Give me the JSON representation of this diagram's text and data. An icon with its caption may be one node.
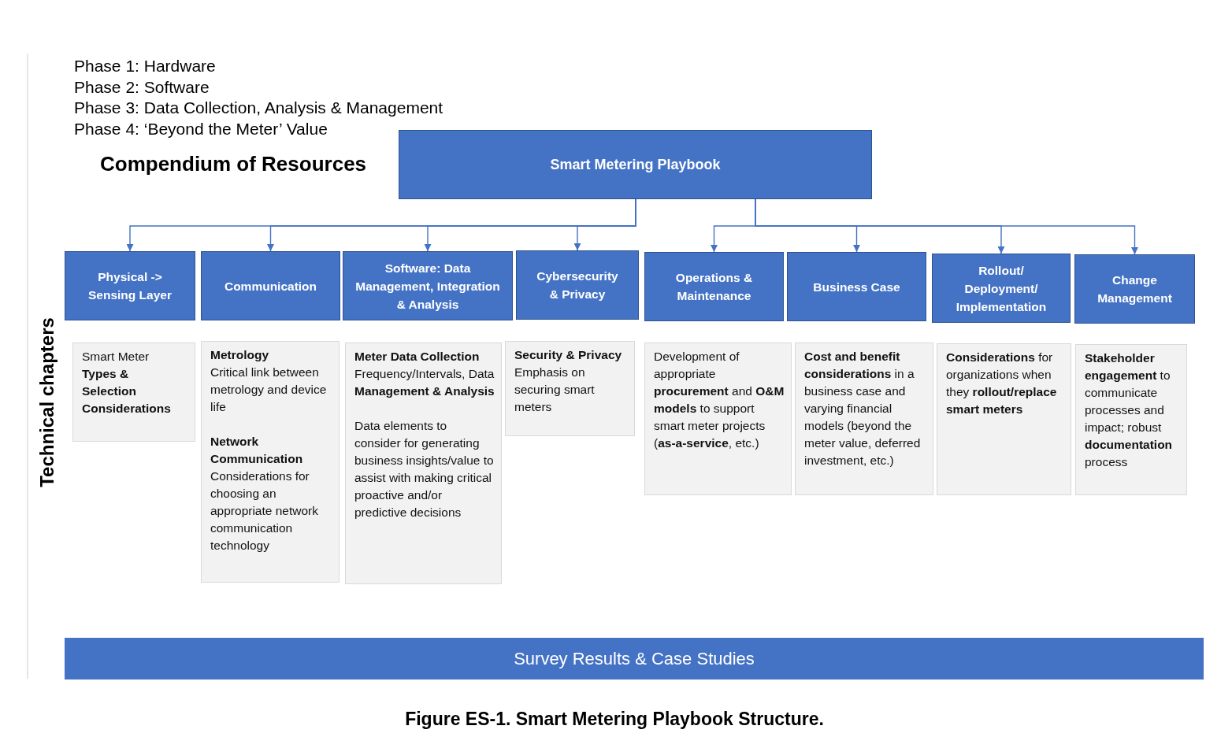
{
  "diagram": {
    "caption": "Figure ES-1. Smart Metering Playbook Structure.",
    "nodes": [
      {
        "text": [
          "Smart Metering Playbook"
        ]
      },
      {
        "text": [
          "Physical -> Sensing Layer"
        ]
      },
      {
        "text": [
          "Communication"
        ]
      },
      {
        "text": [
          "Software: Data Management, Integration & Analysis"
        ]
      },
      {
        "text": [
          "Cybersecurity & Privacy"
        ]
      },
      {
        "text": [
          "Operations & Maintenance"
        ]
      },
      {
        "text": [
          "Business Case"
        ]
      },
      {
        "text": [
          "Rollout/ Deployment/ Implementation"
        ]
      },
      {
        "text": [
          "Change Management"
        ]
      },
      {
        "text": [
          "Smart Meter **Types & Selection Considerations**"
        ]
      },
      {
        "text": [
          "Metrology",
          "Critical link between metrology and device life",
          "Network Communication",
          "Considerations for choosing an appropriate network communication technology"
        ]
      },
      {
        "text": [
          "Meter Data Collection",
          "Frequency/Intervals, Data **Management & Analysis**",
          "Data elements to consider for generating business insights/value to assist with making critical proactive and/or predictive decisions"
        ]
      },
      {
        "text": [
          "Security & Privacy",
          "Emphasis on securing smart meters"
        ]
      },
      {
        "text": [
          "Development of appropriate **procurement** and **O&M models** to support smart meter projects (**as-a-service**, etc.)"
        ]
      },
      {
        "text": [
          "**Cost and benefit considerations** in a business case and varying financial models (beyond the meter value, deferred investment, etc.)"
        ]
      },
      {
        "text": [
          "**Considerations** for organizations when they **rollout/replace smart meters**"
        ]
      },
      {
        "text": [
          "**Stakeholder engagement** to communicate processes and impact; robust **documentation** process"
        ]
      },
      {
        "text": [
          "Survey Results & Case Studies"
        ]
      }
    ],
    "edges": [
      {
        "from": 0,
        "to": 1,
        "arrow": "to"
      },
      {
        "from": 0,
        "to": 2,
        "arrow": "to"
      },
      {
        "from": 0,
        "to": 3,
        "arrow": "to"
      },
      {
        "from": 0,
        "to": 4,
        "arrow": "to"
      },
      {
        "from": 0,
        "to": 5,
        "arrow": "to"
      },
      {
        "from": 0,
        "to": 6,
        "arrow": "to"
      },
      {
        "from": 0,
        "to": 7,
        "arrow": "to"
      },
      {
        "from": 0,
        "to": 8,
        "arrow": "to"
      }
    ],
    "labels": [
      "Phase 1: Hardware",
      "Phase 2: Software",
      "Phase 3: Data Collection, Analysis & Management",
      "Phase 4: ‘Beyond the Meter’ Value",
      "Compendium of Resources",
      "Technical chapters"
    ]
  }
}
